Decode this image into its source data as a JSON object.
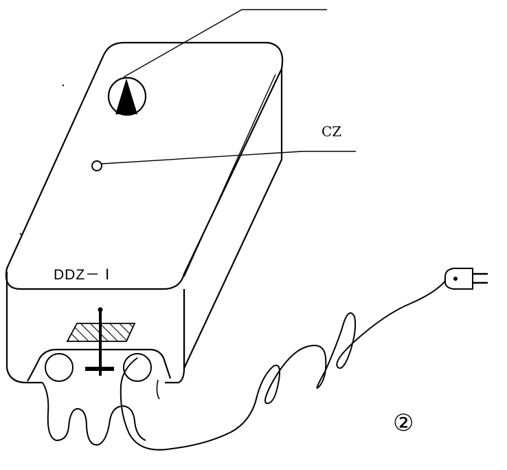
{
  "labels": {
    "cz": "CZ",
    "model": "DDZ－ Ⅰ",
    "figure_number": "②"
  },
  "colors": {
    "ink": "#000000",
    "paper": "#ffffff"
  },
  "icons": {
    "indicator": "triangle-indicator-icon",
    "plug": "power-plug-icon"
  }
}
